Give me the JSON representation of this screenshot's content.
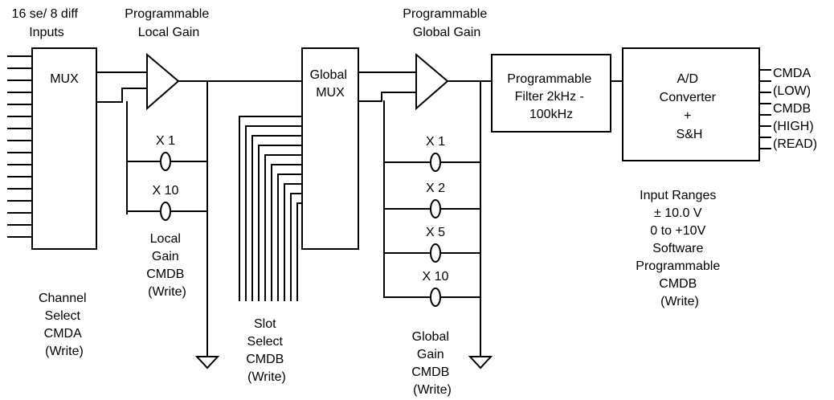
{
  "labels": {
    "inputs": [
      "16 se/ 8 diff",
      "Inputs"
    ],
    "mux": "MUX",
    "local_gain_title": [
      "Programmable",
      "Local Gain"
    ],
    "local_x1": "X 1",
    "local_x10": "X 10",
    "local_gain_cmd": [
      "Local",
      "Gain",
      "CMDB",
      "(Write)"
    ],
    "channel_select": [
      "Channel",
      "Select",
      "CMDA",
      "(Write)"
    ],
    "global_mux": [
      "Global",
      "MUX"
    ],
    "slot_select": [
      "Slot",
      "Select",
      "CMDB",
      "(Write)"
    ],
    "global_gain_title": [
      "Programmable",
      "Global Gain"
    ],
    "global_x1": "X 1",
    "global_x2": "X 2",
    "global_x5": "X 5",
    "global_x10": "X 10",
    "global_gain_cmd": [
      "Global",
      "Gain",
      "CMDB",
      "(Write)"
    ],
    "filter": [
      "Programmable",
      "Filter 2kHz -",
      "100kHz"
    ],
    "adc": [
      "A/D",
      "Converter",
      "+",
      "S&H"
    ],
    "outputs": [
      "CMDA",
      "(LOW)",
      "CMDB",
      "(HIGH)",
      "(READ)"
    ],
    "input_ranges": [
      "Input Ranges",
      "± 10.0 V",
      "0 to +10V",
      "Software",
      "Programmable",
      "CMDB",
      "(Write)"
    ]
  }
}
